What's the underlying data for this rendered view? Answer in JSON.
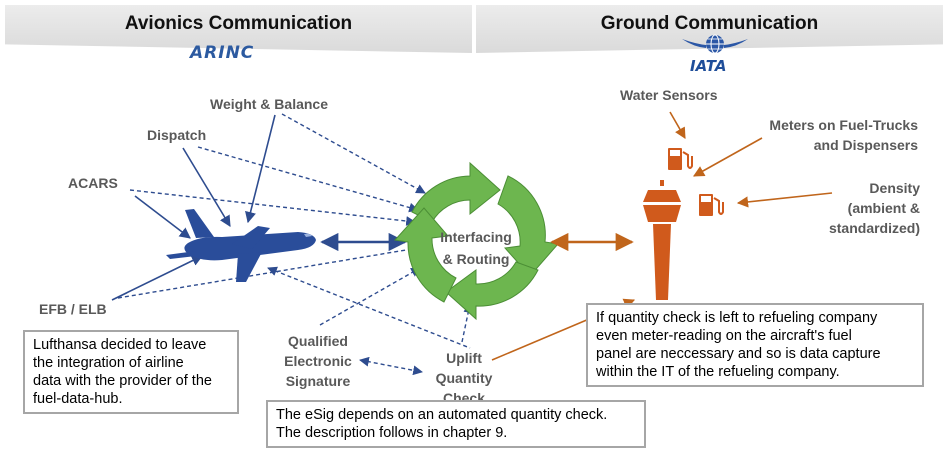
{
  "header": {
    "left_title": "Avionics Communication",
    "left_logo_text": "ARINC",
    "right_title": "Ground Communication",
    "right_logo_text": "IATA"
  },
  "avionics_sources": {
    "weight_balance": "Weight & Balance",
    "dispatch": "Dispatch",
    "acars": "ACARS",
    "efb_elb": "EFB / ELB"
  },
  "hub": {
    "line1": "Interfacing",
    "line2": "& Routing"
  },
  "bottom_labels": {
    "qualified_signature": [
      "Qualified",
      "Electronic",
      "Signature"
    ],
    "uplift_check": [
      "Uplift",
      "Quantity",
      "Check"
    ]
  },
  "ground_sources": {
    "water_sensors": "Water Sensors",
    "meters": [
      "Meters on Fuel-Trucks",
      "and Dispensers"
    ],
    "density": [
      "Density",
      "(ambient &",
      "standardized)"
    ]
  },
  "notes": {
    "lufthansa": [
      "Lufthansa decided to leave",
      "the integration of airline",
      "data with the provider of the",
      "fuel-data-hub."
    ],
    "esig": [
      "The eSig depends on an automated quantity check.",
      "The description follows in chapter 9."
    ],
    "refuel": [
      "If quantity check is left to refueling company",
      "even meter-reading on the aircraft's fuel",
      "panel are neccessary and so is data capture",
      "within the IT of the refueling company."
    ]
  },
  "colors": {
    "navy": "#2e4c8f",
    "brown": "#c0651b",
    "green": "#5ba544",
    "gray_text": "#595959",
    "note_border": "#a6a6a6"
  },
  "icons": [
    "airplane-icon",
    "cycle-arrows-icon",
    "control-tower-icon",
    "fuel-pump-icon",
    "iata-globe-icon"
  ]
}
